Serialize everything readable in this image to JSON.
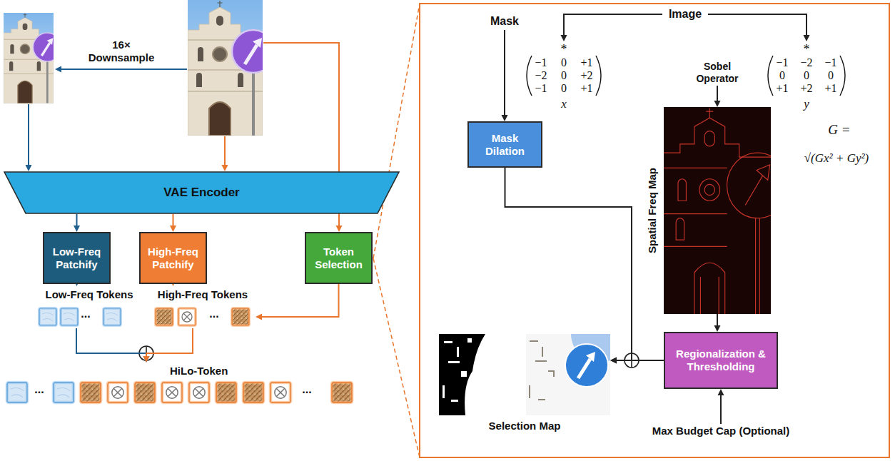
{
  "diagram": {
    "nodes": [
      {
        "text": [
          "VAE Encoder"
        ]
      },
      {
        "text": [
          "Low-Freq Patchify"
        ]
      },
      {
        "text": [
          "High-Freq Patchify"
        ]
      },
      {
        "text": [
          "Token Selection"
        ]
      },
      {
        "text": [
          "Low-Freq Tokens"
        ]
      },
      {
        "text": [
          "High-Freq Tokens"
        ]
      },
      {
        "text": [
          "HiLo-Token"
        ]
      },
      {
        "text": [
          "Mask Dilation"
        ]
      },
      {
        "text": [
          "Spatial Freq Map"
        ]
      },
      {
        "text": [
          "Regionalization & Thresholding"
        ]
      },
      {
        "text": [
          "Selection Map"
        ]
      }
    ],
    "edges": [
      {
        "from": 0,
        "to": 1,
        "arrow": "to"
      },
      {
        "from": 0,
        "to": 2,
        "arrow": "to"
      },
      {
        "from": 1,
        "to": 4,
        "arrow": "to"
      },
      {
        "from": 2,
        "to": 5,
        "arrow": "to"
      },
      {
        "from": 3,
        "to": 5,
        "arrow": "to"
      },
      {
        "from": 4,
        "to": 6,
        "arrow": "to"
      },
      {
        "from": 5,
        "to": 6,
        "arrow": "to"
      },
      {
        "from": 7,
        "to": 10,
        "arrow": "to"
      },
      {
        "from": 8,
        "to": 9,
        "arrow": "to"
      },
      {
        "from": 9,
        "to": 10,
        "arrow": "to"
      }
    ],
    "labels": [
      "16× Downsample",
      "...",
      "...",
      "...",
      "...",
      "Mask",
      "Image",
      "*",
      "−1",
      "0",
      "+1",
      "−2",
      "0",
      "+2",
      "−1",
      "0",
      "+1",
      "x",
      "*",
      "−1",
      "−2",
      "−1",
      "0",
      "0",
      "0",
      "+1",
      "+2",
      "+1",
      "y",
      "Sobel Operator",
      "G =",
      "√(Gx² + Gy²)",
      "Max Budget Cap (Optional)"
    ]
  }
}
